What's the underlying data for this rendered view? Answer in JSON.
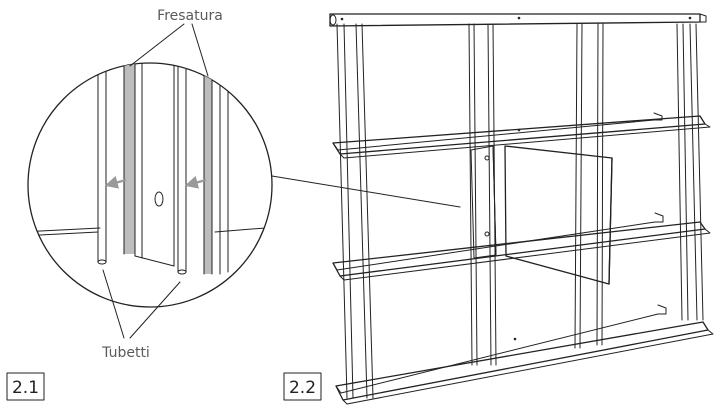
{
  "labels": {
    "fresatura": "Fresatura",
    "tubetti": "Tubetti"
  },
  "figures": {
    "detail": "2.1",
    "overview": "2.2"
  },
  "colors": {
    "line": "#222222",
    "label_text": "#5a5a5a",
    "groove_fill": "#bdbdbd",
    "arrow": "#9a9a9a"
  }
}
